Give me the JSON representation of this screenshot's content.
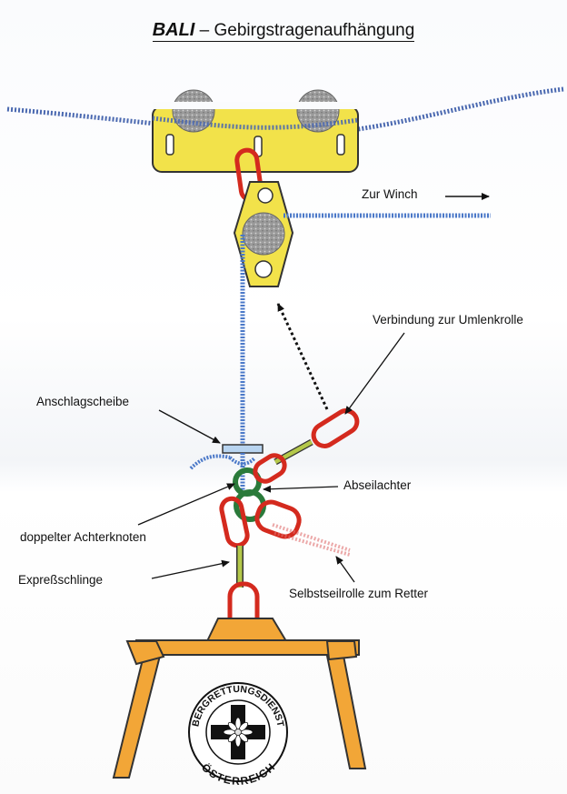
{
  "title": {
    "name": "BALI",
    "dash": "–",
    "rest": "Gebirgstragenaufhängung"
  },
  "labels": {
    "zur_winch": "Zur Winch",
    "verbindung": "Verbindung zur Umlenkrolle",
    "anschlagscheibe": "Anschlagscheibe",
    "abseilachter": "Abseilachter",
    "doppelter_achterknoten": "doppelter Achterknoten",
    "expressschlinge": "Expreßschlinge",
    "selbstseilrolle": "Selbstseilrolle zum Retter"
  },
  "logo": {
    "top_text": "BERGRETTUNGSDIENST",
    "bottom_text": "ÖSTERREICH"
  },
  "colors": {
    "trolley": "#f2e24a",
    "rope_blue": "#4a78c8",
    "carabiner_red": "#d42a1e",
    "sling_green": "#b4c84a",
    "stretcher_orange": "#f2a637",
    "wheel_grey": "#a9a9a9"
  }
}
